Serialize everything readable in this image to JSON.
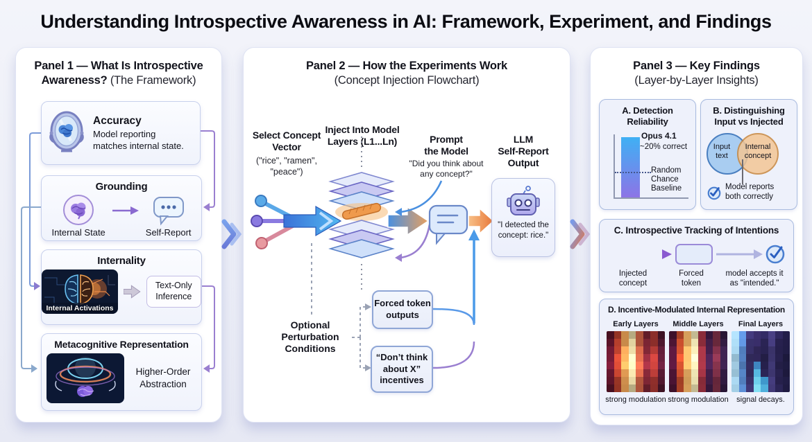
{
  "title": {
    "bold": "Understanding Introspective Awareness in AI:",
    "regular": " Framework, Experiment, and Findings"
  },
  "panels": {
    "p1": {
      "heading_bold": "Panel 1 — What Is Introspective Awareness?",
      "heading_light": " (The Framework)",
      "accuracy": {
        "title": "Accuracy",
        "desc": "Model reporting matches internal state."
      },
      "grounding": {
        "title": "Grounding",
        "left_label": "Internal State",
        "right_label": "Self-Report"
      },
      "internality": {
        "title": "Internality",
        "image_label": "Internal Activations",
        "box_label": "Text-Only\nInference"
      },
      "meta": {
        "title": "Metacognitive Representation",
        "desc": "Higher-Order\nAbstraction"
      }
    },
    "p2": {
      "heading_bold": "Panel 2 — How the Experiments Work",
      "heading_light": "(Concept Injection Flowchart)",
      "select_title": "Select Concept\nVector",
      "select_sub": "(\"rice\", \"ramen\",\n\"peace\")",
      "inject_title": "Inject Into Model\nLayers (L1...Ln)",
      "prompt_title": "Prompt\nthe Model",
      "prompt_sub": "\"Did you think about\nany concept?\"",
      "output_title": "LLM\nSelf-Report\nOutput",
      "output_quote": "\"I detected the\nconcept: rice.\"",
      "perturb_label": "Optional\nPerturbation\nConditions",
      "perturb_box1": "Forced token\noutputs",
      "perturb_box2": "“Don’t think\nabout X”\nincentives"
    },
    "p3": {
      "heading_bold": "Panel 3 — Key Findings",
      "heading_light": "(Layer-by-Layer Insights)",
      "a": {
        "title": "A. Detection\nReliability",
        "bar_label_bold": "Opus 4.1",
        "bar_label": "~20% correct",
        "baseline_label": "Random\nChance\nBaseline",
        "bar_value_pct": 20
      },
      "b": {
        "title": "B. Distinguishing\nInput vs Injected",
        "left": "Input\ntext",
        "right": "Internal\nconcept",
        "caption": "Model reports\nboth correctly"
      },
      "c": {
        "title": "C. Introspective Tracking of Intentions",
        "l1": "Injected\nconcept",
        "l2": "Forced\ntoken",
        "l3": "model accepts it\nas \"intended.\""
      },
      "d": {
        "title": "D. Incentive-Modulated Internal Representation",
        "maps": [
          {
            "key": "early",
            "label": "Early Layers",
            "caption": "strong modulation"
          },
          {
            "key": "middle",
            "label": "Middle Layers",
            "caption": "strong modulation"
          },
          {
            "key": "final",
            "label": "Final Layers",
            "caption": "signal decays."
          }
        ]
      }
    }
  },
  "heatmaps": {
    "early": {
      "cols": [
        "#6b1830",
        "#c44430",
        "#f2a75a",
        "#fbeab2",
        "#d8694a",
        "#8c2a3a",
        "#b33b36",
        "#5c1c36"
      ],
      "rows": [
        0.75,
        0.85,
        1.0,
        1.15,
        1.2,
        1.0,
        0.85,
        0.75
      ],
      "highlights": []
    },
    "middle": {
      "cols": [
        "#55173a",
        "#d0502e",
        "#f4b668",
        "#fbf0bc",
        "#a23444",
        "#47204e",
        "#7e3048",
        "#371f49"
      ],
      "rows": [
        0.8,
        0.9,
        1.05,
        1.15,
        1.1,
        0.95,
        0.85,
        0.8
      ],
      "highlights": []
    },
    "final": {
      "cols": [
        "#a8d4ec",
        "#5888cc",
        "#383068",
        "#342a60",
        "#2a2454",
        "#423a78",
        "#282250",
        "#201c44"
      ],
      "rows": [
        1.15,
        1.05,
        0.95,
        0.9,
        0.9,
        0.95,
        1.0,
        1.05
      ],
      "highlights": [
        [
          4,
          3,
          "#3f86c0"
        ],
        [
          5,
          3,
          "#57b8e0"
        ],
        [
          6,
          3,
          "#6fd0ec"
        ],
        [
          7,
          3,
          "#84e0f4"
        ],
        [
          6,
          4,
          "#3f98cc"
        ],
        [
          7,
          4,
          "#4fb0dc"
        ]
      ]
    }
  },
  "colors": {
    "background": "#eceef7",
    "panel": "#ffffff",
    "accent_purple": "#9a7fd0",
    "accent_blue": "#4a90e0",
    "accent_orange": "#e8955a",
    "bar_gradient_top": "#3fb0f4",
    "bar_gradient_bottom": "#8d74e6",
    "venn_blue": "#a9cdf1",
    "venn_orange": "#f3c695"
  }
}
